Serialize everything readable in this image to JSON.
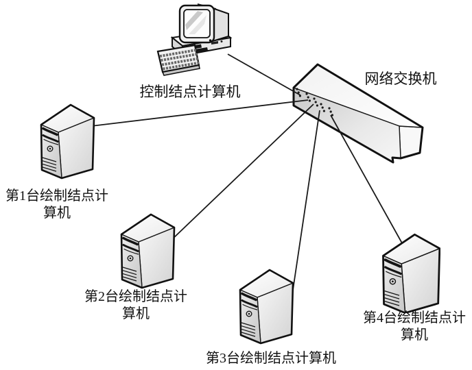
{
  "diagram": {
    "type": "network-topology",
    "background": "#ffffff",
    "connection_line_color": "#1a1a1a",
    "nodes": {
      "control_computer": {
        "label": "控制结点计算机",
        "icon": "desktop-computer-icon"
      },
      "network_switch": {
        "label": "网络交换机",
        "icon": "network-switch-icon",
        "port_groups_visible": 5
      },
      "draw_node_1": {
        "label": "第1台绘制结点计\n算机",
        "icon": "tower-computer-icon"
      },
      "draw_node_2": {
        "label": "第2台绘制结点计\n算机",
        "icon": "tower-computer-icon"
      },
      "draw_node_3": {
        "label": "第3台绘制结点计算机",
        "icon": "tower-computer-icon"
      },
      "draw_node_4": {
        "label": "第4台绘制结点计\n算机",
        "icon": "tower-computer-icon"
      }
    },
    "connections": [
      {
        "from": "control_computer",
        "to": "network_switch"
      },
      {
        "from": "draw_node_1",
        "to": "network_switch"
      },
      {
        "from": "draw_node_2",
        "to": "network_switch"
      },
      {
        "from": "draw_node_3",
        "to": "network_switch"
      },
      {
        "from": "draw_node_4",
        "to": "network_switch"
      }
    ]
  }
}
